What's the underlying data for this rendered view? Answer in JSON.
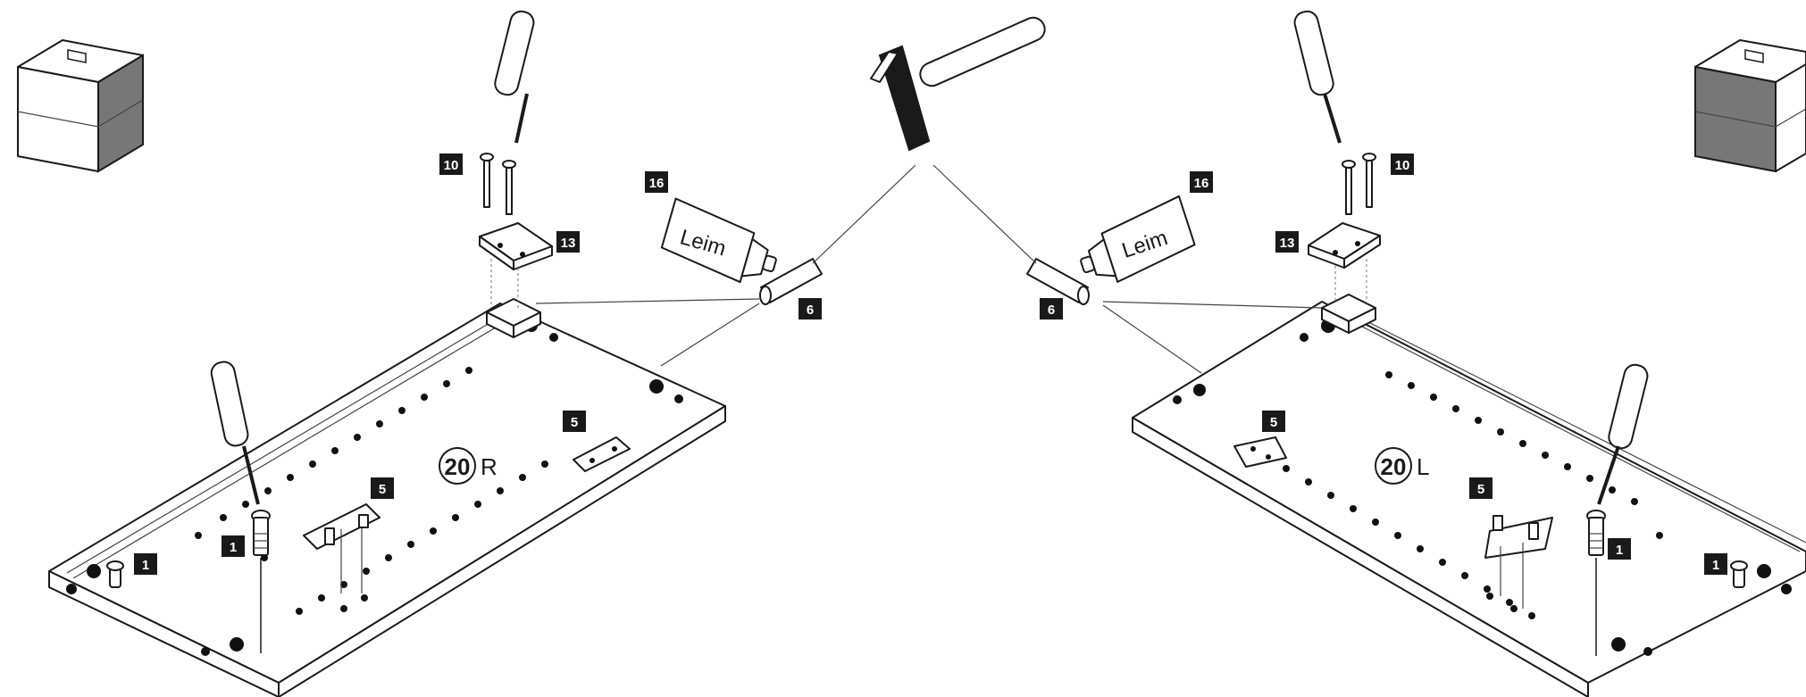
{
  "parts": {
    "p1": "1",
    "p5": "5",
    "p6": "6",
    "p10": "10",
    "p13": "13",
    "p16": "16"
  },
  "glue_text": "Leim",
  "panel_left": {
    "number": "20",
    "side": "R"
  },
  "panel_right": {
    "number": "20",
    "side": "L"
  }
}
